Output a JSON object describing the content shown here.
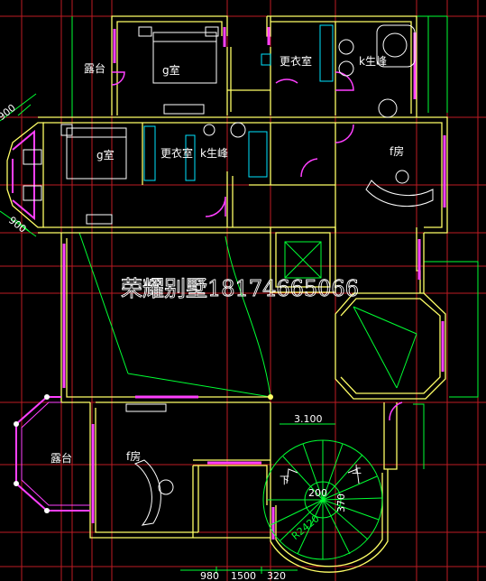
{
  "rooms": {
    "terrace_top": "露台",
    "bedroom_top": "g室",
    "closet_top": "更衣室",
    "bath_top": "k生峰",
    "bedroom_mid": "g室",
    "closet_mid": "更衣室",
    "bath_mid": "k生峰",
    "study_right": "f房",
    "terrace_left": "露台",
    "study_bottom": "f房"
  },
  "watermark": "荣耀别墅18174665066",
  "dimensions": {
    "left_top": "900",
    "left_bottom": "900",
    "level": "3.100",
    "stair_down": "下",
    "stair_up": "上",
    "stair_width": "200",
    "stair_depth": "370",
    "stair_radius": "R2420",
    "bottom_a": "980",
    "bottom_b": "1500",
    "bottom_c": "320"
  },
  "colors": {
    "background": "#000000",
    "grid": "#e0202a",
    "wall": "#ffff66",
    "window": "#ff40ff",
    "door": "#ff40ff",
    "fixture": "#00e5ff",
    "stair": "#00ff33",
    "text": "#ffffff"
  }
}
